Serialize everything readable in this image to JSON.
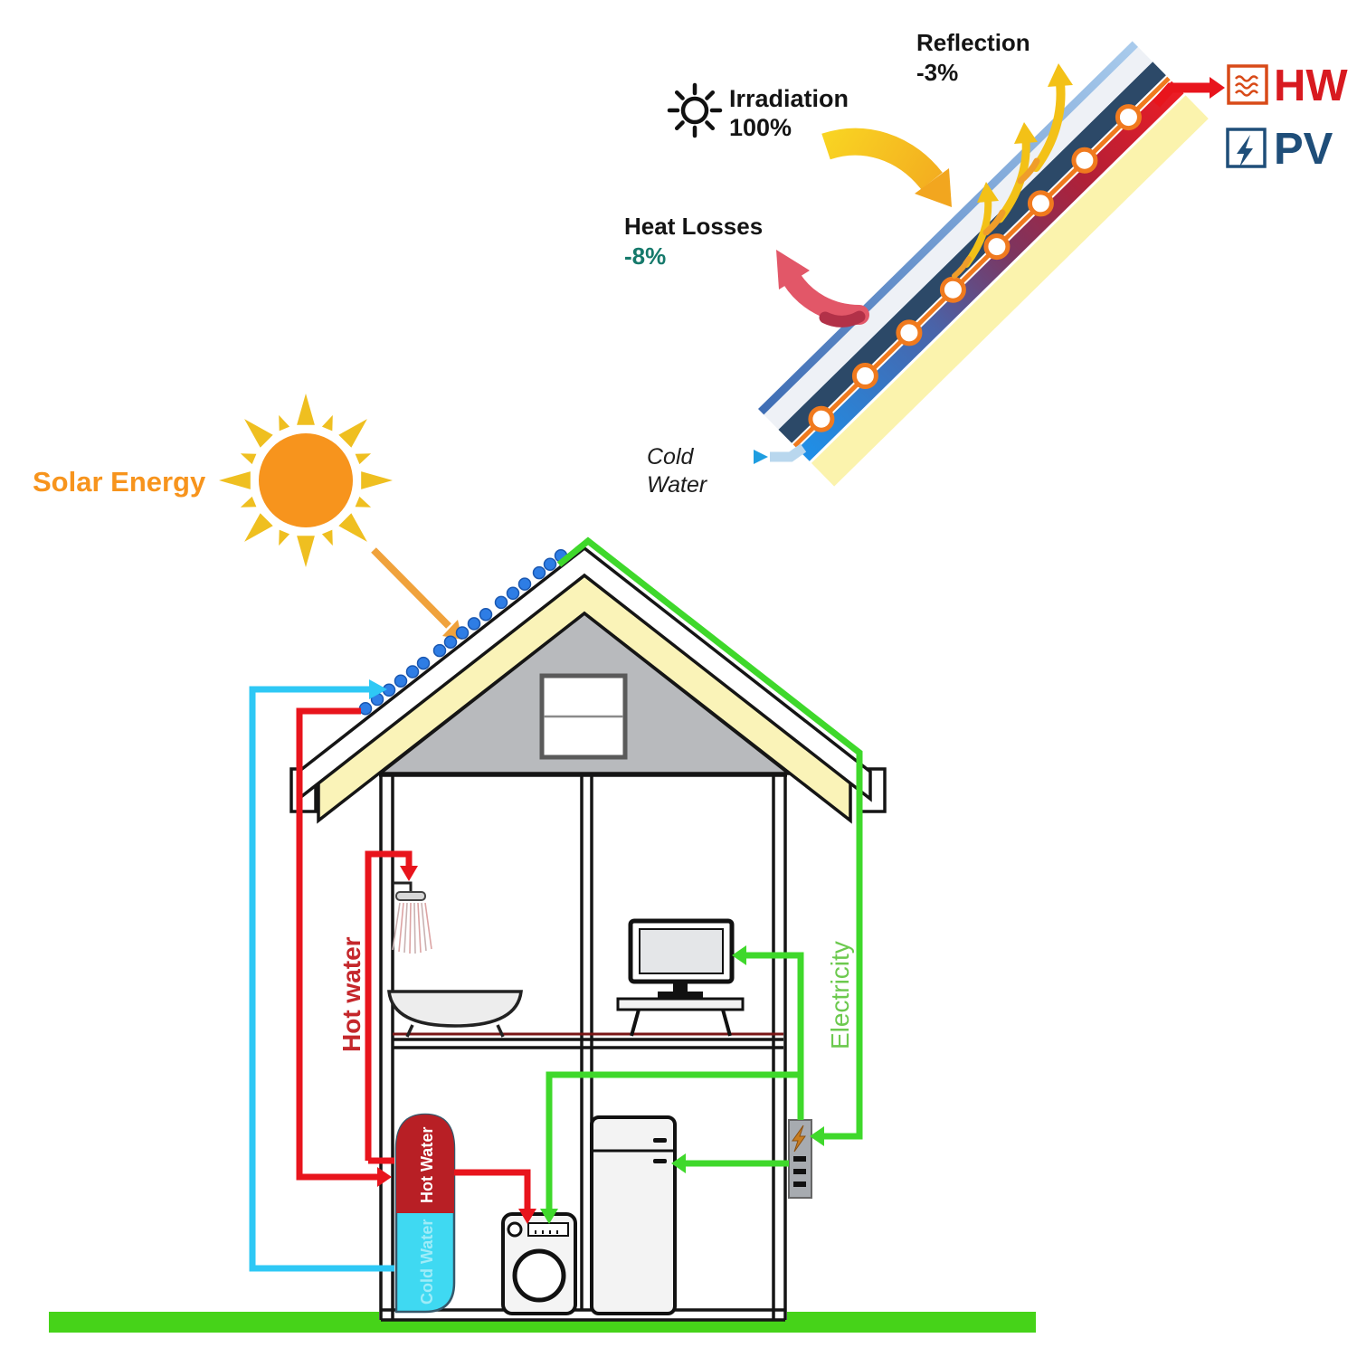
{
  "collector": {
    "reflection": {
      "label": "Reflection",
      "value": "-3%"
    },
    "irradiation": {
      "label": "Irradiation",
      "value": "100%"
    },
    "heat_losses": {
      "label": "Heat Losses",
      "value": "-8%"
    },
    "outputs": {
      "hot_water": "HW",
      "photovoltaic": "PV"
    },
    "cold_water": {
      "line1": "Cold",
      "line2": "Water"
    }
  },
  "house": {
    "solar_energy_label": "Solar Energy",
    "hot_water_pipe_label": "Hot water",
    "electricity_label": "Electricity",
    "tank": {
      "hot": "Hot Water",
      "cold": "Cold Water"
    }
  },
  "colors": {
    "solar_orange": "#f7941d",
    "ray_gold": "#efbf20",
    "pipe_red": "#e8141c",
    "pipe_cyan": "#2ec8f5",
    "wire_green": "#3fd82b",
    "hw_red": "#d81a20",
    "pv_navy": "#1f4e79",
    "heat_loss_teal": "#15796b",
    "heat_arrow_rose": "#e25768",
    "tank_hot_red": "#b81f25",
    "tank_cold_cyan": "#3fd9f2",
    "insulation_yellow": "#fbf3ad",
    "ground_green": "#46d319"
  }
}
